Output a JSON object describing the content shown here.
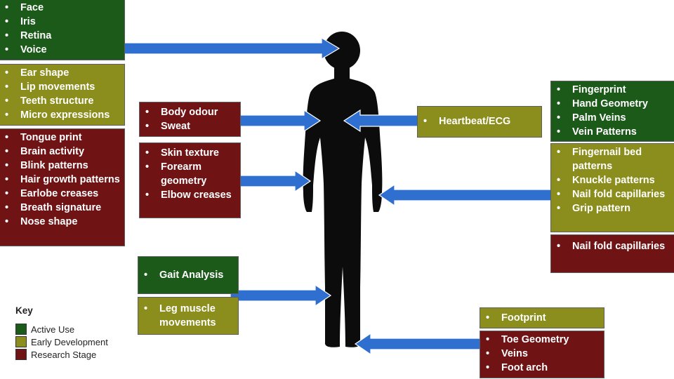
{
  "colors": {
    "active_use": "#1c5a1a",
    "early_development": "#8b8e1c",
    "research_stage": "#6f1315",
    "arrow": "#2f6fcf",
    "silhouette": "#0c0c0c"
  },
  "boxes": {
    "head_active": [
      "Face",
      "Iris",
      "Retina",
      "Voice"
    ],
    "head_early": [
      "Ear shape",
      "Lip movements",
      "Teeth structure",
      "Micro expressions"
    ],
    "head_research": [
      "Tongue print",
      "Brain activity",
      "Blink patterns",
      "Hair growth patterns",
      "Earlobe creases",
      "Breath signature",
      "Nose shape"
    ],
    "body_research": [
      "Body odour",
      "Sweat"
    ],
    "arm_research": [
      "Skin texture",
      "Forearm geometry",
      "Elbow creases"
    ],
    "leg_active": [
      "Gait Analysis"
    ],
    "leg_early": [
      "Leg muscle movements"
    ],
    "heart_early": [
      "Heartbeat/ECG"
    ],
    "hand_active": [
      "Fingerprint",
      "Hand Geometry",
      "Palm Veins",
      "Vein Patterns"
    ],
    "hand_early": [
      "Fingernail bed patterns",
      "Knuckle patterns",
      "Nail fold capillaries",
      "Grip pattern"
    ],
    "hand_research": [
      "Nail fold capillaries"
    ],
    "foot_early": [
      "Footprint"
    ],
    "foot_research": [
      "Toe Geometry",
      "Veins",
      "Foot arch"
    ]
  },
  "key": {
    "title": "Key",
    "items": [
      {
        "label": "Active Use",
        "color": "#1c5a1a"
      },
      {
        "label": "Early Development",
        "color": "#8b8e1c"
      },
      {
        "label": "Research Stage",
        "color": "#6f1315"
      }
    ]
  }
}
